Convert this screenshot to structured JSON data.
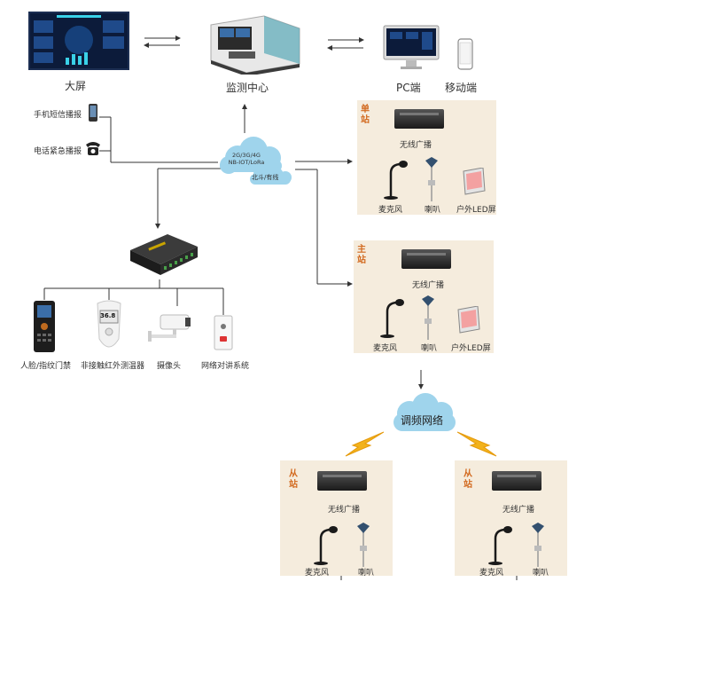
{
  "top": {
    "big_screen_label": "大屏",
    "monitor_center_label": "监测中心",
    "pc_label": "PC端",
    "mobile_label": "移动端"
  },
  "left": {
    "sms_label": "手机短信播报",
    "phone_label": "电话紧急播报"
  },
  "cloud": {
    "networks_label": "2G/3G/4G\nNB-IOT/LoRa",
    "beidou_label": "北斗/有线",
    "fm_network_label": "调频网络"
  },
  "devices": [
    {
      "label": "人脸/指纹门禁"
    },
    {
      "label": "非接触红外测温器"
    },
    {
      "label": "摄像头"
    },
    {
      "label": "网络对讲系统"
    }
  ],
  "stations": {
    "single": {
      "tag": "单站",
      "broadcast": "无线广播",
      "mic": "麦克风",
      "speaker": "喇叭",
      "led": "户外LED屏"
    },
    "main": {
      "tag": "主站",
      "broadcast": "无线广播",
      "mic": "麦克风",
      "speaker": "喇叭",
      "led": "户外LED屏"
    },
    "slave1": {
      "tag": "从站",
      "broadcast": "无线广播",
      "mic": "麦克风",
      "speaker": "喇叭"
    },
    "slave2": {
      "tag": "从站",
      "broadcast": "无线广播",
      "mic": "麦克风",
      "speaker": "喇叭"
    }
  },
  "thermometer_reading": "36.8",
  "colors": {
    "panel_bg": "#f5ecdd",
    "tag_orange": "#d2691e",
    "cloud_blue": "#9fd4ec",
    "lightning": "#f2b21b"
  }
}
